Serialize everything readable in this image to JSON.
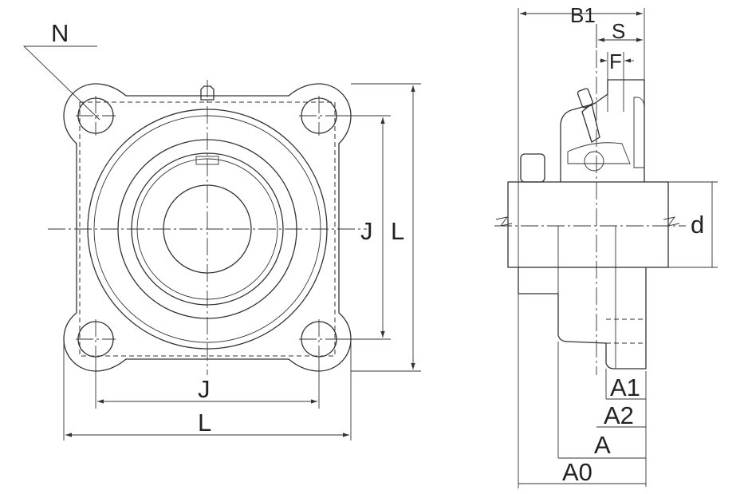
{
  "title": "Square flange bearing unit dimension drawing",
  "front_view": {
    "bolt_hole_label": "N",
    "inner_bolt_spacing_vertical": "J",
    "outer_size_vertical": "L",
    "inner_bolt_spacing_horizontal": "J",
    "outer_size_horizontal": "L"
  },
  "side_view": {
    "overall_width": "B1",
    "s_dim": "S",
    "f_dim": "F",
    "shaft_diameter": "d",
    "a1": "A1",
    "a2": "A2",
    "a": "A",
    "a0": "A0"
  }
}
